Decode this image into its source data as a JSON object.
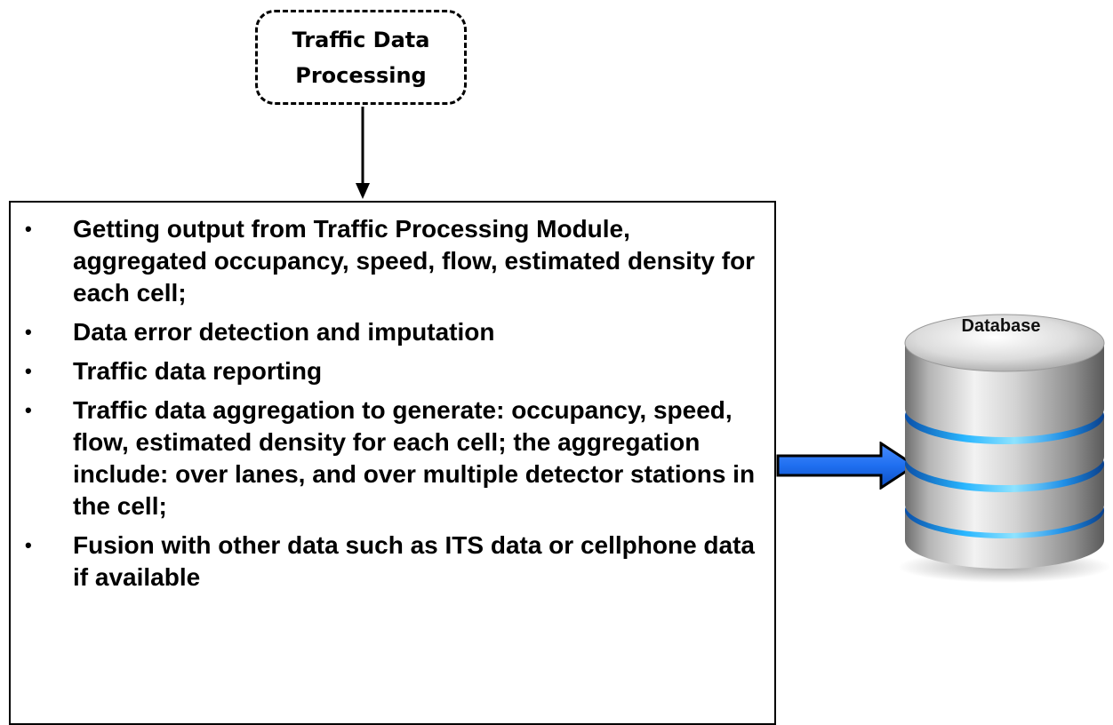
{
  "process_node": {
    "line1": "Traffic Data",
    "line2": "Processing"
  },
  "details": {
    "bullet_symbol": "•",
    "items": [
      "Getting output from Traffic Processing Module, aggregated occupancy, speed, flow, estimated density for each cell;",
      "Data error detection and imputation",
      "Traffic data reporting",
      "Traffic data aggregation to generate: occupancy, speed, flow, estimated density for each cell; the aggregation include: over lanes, and over multiple detector stations in the cell;",
      "Fusion with other data such as ITS data or cellphone data if available"
    ]
  },
  "database": {
    "label": "Database",
    "icon": "database-icon"
  },
  "colors": {
    "arrow_blue": "#1f6ff0",
    "disk_glow": "#29b6ff"
  }
}
